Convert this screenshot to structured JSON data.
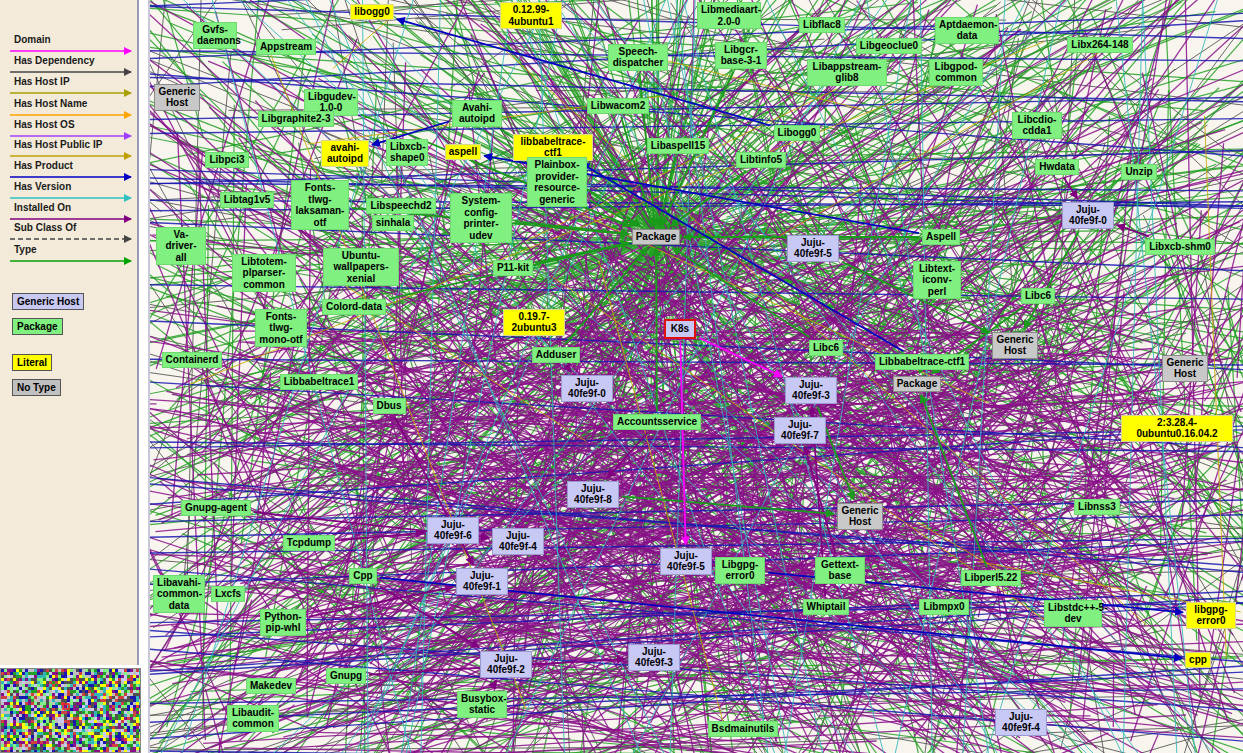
{
  "diagram": {
    "nodes": [
      {
        "text": [
          "libogg0"
        ]
      },
      {
        "text": [
          "0.12.99-4ubuntu1"
        ]
      },
      {
        "text": [
          "Libmediaart-2.0-0"
        ]
      },
      {
        "text": [
          "Libflac8"
        ]
      },
      {
        "text": [
          "Aptdaemon-data"
        ]
      },
      {
        "text": [
          "Gvfs-daemons"
        ]
      },
      {
        "text": [
          "Appstream"
        ]
      },
      {
        "text": [
          "Libx264-148"
        ]
      },
      {
        "text": [
          "Libgeoclue0"
        ]
      },
      {
        "text": [
          "Speech-dispatcher"
        ]
      },
      {
        "text": [
          "Libgcr-base-3-1"
        ]
      },
      {
        "text": [
          "Libappstream-glib8"
        ]
      },
      {
        "text": [
          "Libgpod-common"
        ]
      },
      {
        "text": [
          "Generic Host"
        ]
      },
      {
        "text": [
          "Libgudev-1.0-0"
        ]
      },
      {
        "text": [
          "Libwacom2"
        ]
      },
      {
        "text": [
          "Avahi-autoipd"
        ]
      },
      {
        "text": [
          "Libgraphite2-3"
        ]
      },
      {
        "text": [
          "Libcdio-cdda1"
        ]
      },
      {
        "text": [
          "Libogg0"
        ]
      },
      {
        "text": [
          "libbabeltrace-ctf1"
        ]
      },
      {
        "text": [
          "Libaspell15"
        ]
      },
      {
        "text": [
          "avahi-autoipd"
        ]
      },
      {
        "text": [
          "Libxcb-shape0"
        ]
      },
      {
        "text": [
          "aspell"
        ]
      },
      {
        "text": [
          "Libpci3"
        ]
      },
      {
        "text": [
          "Libtinfo5"
        ]
      },
      {
        "text": [
          "Hwdata"
        ]
      },
      {
        "text": [
          "Unzip"
        ]
      },
      {
        "text": [
          "Plainbox-provider-resource-generic"
        ]
      },
      {
        "text": [
          "Libtag1v5"
        ]
      },
      {
        "text": [
          "Fonts-tlwg-laksaman-otf"
        ]
      },
      {
        "text": [
          "Libspeechd2"
        ]
      },
      {
        "text": [
          "System-config-printer-udev"
        ]
      },
      {
        "text": [
          "sinhala"
        ]
      },
      {
        "text": [
          "Juju-40fe9f-0"
        ]
      },
      {
        "text": [
          "Package"
        ]
      },
      {
        "text": [
          "Aspell"
        ]
      },
      {
        "text": [
          "Juju-40fe9f-5"
        ]
      },
      {
        "text": [
          "Va-driver-all"
        ]
      },
      {
        "text": [
          "Libxcb-shm0"
        ]
      },
      {
        "text": [
          "Ubuntu-wallpapers-xenial"
        ]
      },
      {
        "text": [
          "P11-kit"
        ]
      },
      {
        "text": [
          "Libtotem-plparser-common"
        ]
      },
      {
        "text": [
          "Libtext-iconv-perl"
        ]
      },
      {
        "text": [
          "Libc6"
        ]
      },
      {
        "text": [
          "Colord-data"
        ]
      },
      {
        "text": [
          "0.19.7-2ubuntu3"
        ]
      },
      {
        "text": [
          "Fonts-tlwg-mono-otf"
        ]
      },
      {
        "text": [
          "K8s"
        ]
      },
      {
        "text": [
          "Generic Host"
        ]
      },
      {
        "text": [
          "Libc6"
        ]
      },
      {
        "text": [
          "Adduser"
        ]
      },
      {
        "text": [
          "Containerd"
        ]
      },
      {
        "text": [
          "Generic Host"
        ]
      },
      {
        "text": [
          "Libbabeltrace-ctf1"
        ]
      },
      {
        "text": [
          "Package"
        ]
      },
      {
        "text": [
          "Libbabeltrace1"
        ]
      },
      {
        "text": [
          "Juju-40fe9f-0"
        ]
      },
      {
        "text": [
          "Juju-40fe9f-3"
        ]
      },
      {
        "text": [
          "Dbus"
        ]
      },
      {
        "text": [
          "Accountsservice"
        ]
      },
      {
        "text": [
          "Juju-40fe9f-7"
        ]
      },
      {
        "text": [
          "2:3.28.4-0ubuntu0.16.04.2"
        ]
      },
      {
        "text": [
          "Juju-40fe9f-8"
        ]
      },
      {
        "text": [
          "Gnupg-agent"
        ]
      },
      {
        "text": [
          "Libnss3"
        ]
      },
      {
        "text": [
          "Generic Host"
        ]
      },
      {
        "text": [
          "Juju-40fe9f-6"
        ]
      },
      {
        "text": [
          "Juju-40fe9f-4"
        ]
      },
      {
        "text": [
          "Tcpdump"
        ]
      },
      {
        "text": [
          "Juju-40fe9f-5"
        ]
      },
      {
        "text": [
          "Libgpg-error0"
        ]
      },
      {
        "text": [
          "Gettext-base"
        ]
      },
      {
        "text": [
          "Cpp"
        ]
      },
      {
        "text": [
          "Juju-40fe9f-1"
        ]
      },
      {
        "text": [
          "Libperl5.22"
        ]
      },
      {
        "text": [
          "Libavahi-common-data"
        ]
      },
      {
        "text": [
          "Lxcfs"
        ]
      },
      {
        "text": [
          "Python-pip-whl"
        ]
      },
      {
        "text": [
          "Whiptail"
        ]
      },
      {
        "text": [
          "Libmpx0"
        ]
      },
      {
        "text": [
          "Libstdc++-5-dev"
        ]
      },
      {
        "text": [
          "libgpg-error0"
        ]
      },
      {
        "text": [
          "Juju-40fe9f-3"
        ]
      },
      {
        "text": [
          "cpp"
        ]
      },
      {
        "text": [
          "Juju-40fe9f-2"
        ]
      },
      {
        "text": [
          "Gnupg"
        ]
      },
      {
        "text": [
          "Makedev"
        ]
      },
      {
        "text": [
          "Busybox-static"
        ]
      },
      {
        "text": [
          "Libaudit-common"
        ]
      },
      {
        "text": [
          "Juju-40fe9f-4"
        ]
      },
      {
        "text": [
          "Bsdmainutils"
        ]
      }
    ],
    "edges": [
      {
        "from": 9,
        "to": 36,
        "arrow": "to"
      },
      {
        "from": 10,
        "to": 36,
        "arrow": "to"
      },
      {
        "from": 15,
        "to": 36,
        "arrow": "to"
      },
      {
        "from": 16,
        "to": 36,
        "arrow": "to"
      },
      {
        "from": 21,
        "to": 36,
        "arrow": "to"
      },
      {
        "from": 26,
        "to": 36,
        "arrow": "to"
      },
      {
        "from": 29,
        "to": 36,
        "arrow": "to"
      },
      {
        "from": 33,
        "to": 36,
        "arrow": "to"
      },
      {
        "from": 42,
        "to": 36,
        "arrow": "to"
      },
      {
        "from": 46,
        "to": 36,
        "arrow": "to"
      },
      {
        "from": 52,
        "to": 36,
        "arrow": "to"
      },
      {
        "from": 61,
        "to": 36,
        "arrow": "to"
      },
      {
        "from": 37,
        "to": 36,
        "arrow": "to"
      },
      {
        "from": 31,
        "to": 36,
        "arrow": "to"
      },
      {
        "from": 14,
        "to": 36,
        "arrow": "to"
      },
      {
        "from": 51,
        "to": 36,
        "arrow": "to"
      },
      {
        "from": 55,
        "to": 56,
        "arrow": "to"
      },
      {
        "from": 45,
        "to": 56,
        "arrow": "to"
      },
      {
        "from": 76,
        "to": 56,
        "arrow": "to"
      },
      {
        "from": 52,
        "to": 58,
        "arrow": "to"
      },
      {
        "from": 61,
        "to": 64,
        "arrow": "to"
      },
      {
        "from": 60,
        "to": 75,
        "arrow": "to"
      },
      {
        "from": 70,
        "to": 68,
        "arrow": "to"
      },
      {
        "from": 74,
        "to": 86,
        "arrow": "to"
      },
      {
        "from": 72,
        "to": 71,
        "arrow": "to"
      },
      {
        "from": 80,
        "to": 59,
        "arrow": "to"
      },
      {
        "from": 73,
        "to": 62,
        "arrow": "to"
      },
      {
        "from": 87,
        "to": 84,
        "arrow": "to"
      },
      {
        "from": 89,
        "to": 86,
        "arrow": "to"
      },
      {
        "from": 27,
        "to": 35,
        "arrow": "to"
      },
      {
        "from": 40,
        "to": 35,
        "arrow": "to"
      },
      {
        "from": 79,
        "to": 75,
        "arrow": "to"
      },
      {
        "from": 65,
        "to": 69,
        "arrow": "to"
      },
      {
        "from": 19,
        "to": 0,
        "arrow": "to"
      },
      {
        "from": 37,
        "to": 24,
        "arrow": "to"
      },
      {
        "from": 55,
        "to": 20,
        "arrow": "to"
      },
      {
        "from": 74,
        "to": 85,
        "arrow": "to"
      },
      {
        "from": 72,
        "to": 83,
        "arrow": "to"
      },
      {
        "from": 16,
        "to": 22,
        "arrow": "to"
      },
      {
        "from": 59,
        "to": 67,
        "arrow": "to"
      },
      {
        "from": 64,
        "to": 67,
        "arrow": "to"
      },
      {
        "from": 35,
        "to": 50,
        "arrow": "to"
      },
      {
        "from": 38,
        "to": 50,
        "arrow": "to"
      },
      {
        "from": 49,
        "to": 59,
        "arrow": "to"
      },
      {
        "from": 49,
        "to": 71,
        "arrow": "to"
      }
    ],
    "legend": [
      {
        "text": "Domain"
      },
      {
        "text": "Has Dependency"
      },
      {
        "text": "Has Host IP"
      },
      {
        "text": "Has Host Name"
      },
      {
        "text": "Has Host OS"
      },
      {
        "text": "Has Host Public IP"
      },
      {
        "text": "Has Product"
      },
      {
        "text": "Has Version"
      },
      {
        "text": "Installed On"
      },
      {
        "text": "Sub Class Of"
      },
      {
        "text": "Type"
      },
      {
        "text": "Generic Host",
        "color": "#c8c8f0"
      },
      {
        "text": "Package",
        "color": "#80f080"
      },
      {
        "text": "Literal",
        "color": "#ffff00"
      },
      {
        "text": "No Type",
        "color": "#c0c0c0"
      }
    ]
  }
}
